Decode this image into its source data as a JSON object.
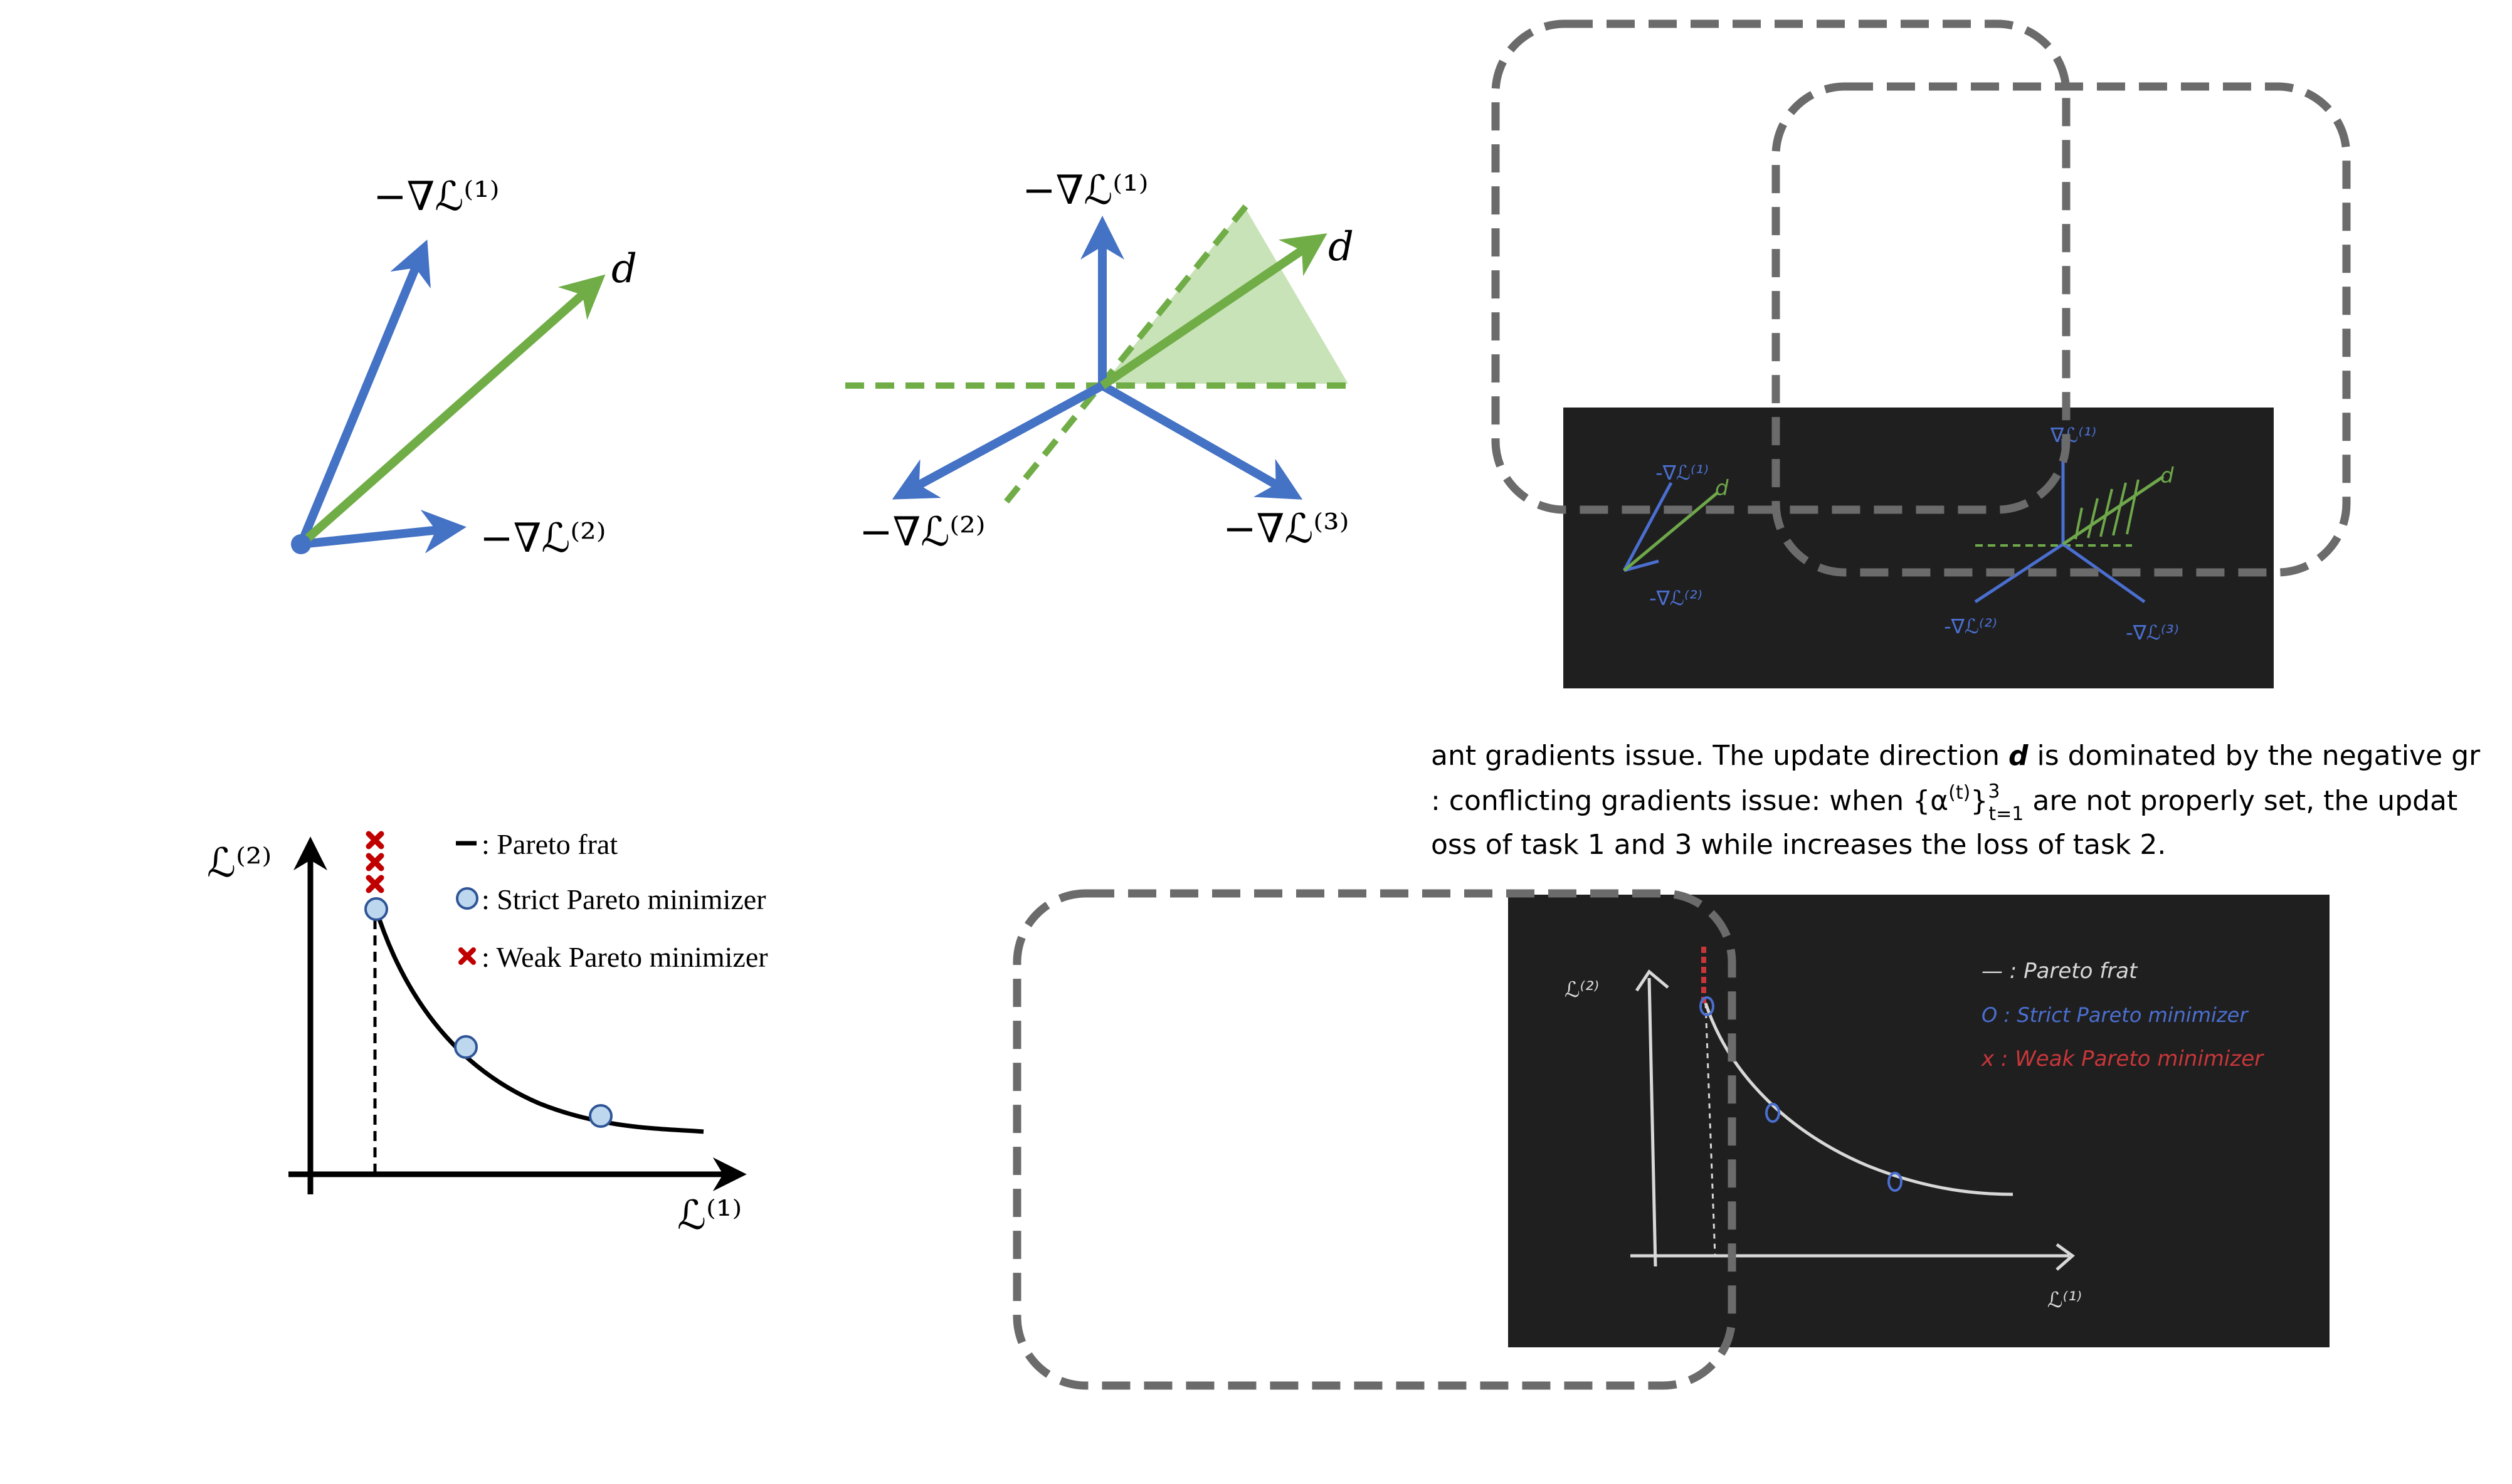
{
  "colors": {
    "blue": "#4472c4",
    "green": "#70ad47",
    "green_fill": "#c9e3b8",
    "pareto_red": "#c00000",
    "marker_fill": "#bdd7ee",
    "dash_gray": "#6b6b6b",
    "board": "#1f1f1f"
  },
  "diagram1": {
    "grad1": "−∇ℒ⁽¹⁾",
    "grad2": "−∇ℒ⁽²⁾",
    "d": "d"
  },
  "diagram2": {
    "grad1": "−∇ℒ⁽¹⁾",
    "grad2": "−∇ℒ⁽²⁾",
    "grad3": "−∇ℒ⁽³⁾",
    "d": "d"
  },
  "pareto": {
    "ylabel": "ℒ⁽²⁾",
    "xlabel": "ℒ⁽¹⁾",
    "legend": [
      {
        "icon": "dash-line-icon",
        "label": ": Pareto frat"
      },
      {
        "icon": "circle-marker-icon",
        "label": ": Strict Pareto minimizer"
      },
      {
        "icon": "cross-marker-icon",
        "label": ": Weak Pareto minimizer"
      }
    ]
  },
  "caption": {
    "line1_a": "ant gradients issue. The update direction ",
    "line1_b": "d",
    "line1_c": " is dominated by the negative gr",
    "line2_a": ": conflicting gradients issue: when {α",
    "line2_sup": "(t)",
    "line2_b": "}",
    "line2_sub": "t=1",
    "line2_sup2": "3",
    "line2_c": " are not properly set, the updat",
    "line3": "oss of task 1 and 3 while increases the loss of task 2."
  },
  "sketch_top": {
    "a_grad1": "-∇ℒ⁽¹⁾",
    "a_d": "d",
    "a_grad2": "-∇ℒ⁽²⁾",
    "b_grad1": "∇ℒ⁽¹⁾",
    "b_d": "d",
    "b_grad2": "-∇ℒ⁽²⁾",
    "b_grad3": "-∇ℒ⁽³⁾"
  },
  "sketch_bottom": {
    "ylabel": "ℒ⁽²⁾",
    "xlabel": "ℒ⁽¹⁾",
    "legend1": "— : Pareto frat",
    "legend2": "O : Strict Pareto minimizer",
    "legend3": "x : Weak Pareto minimizer"
  }
}
